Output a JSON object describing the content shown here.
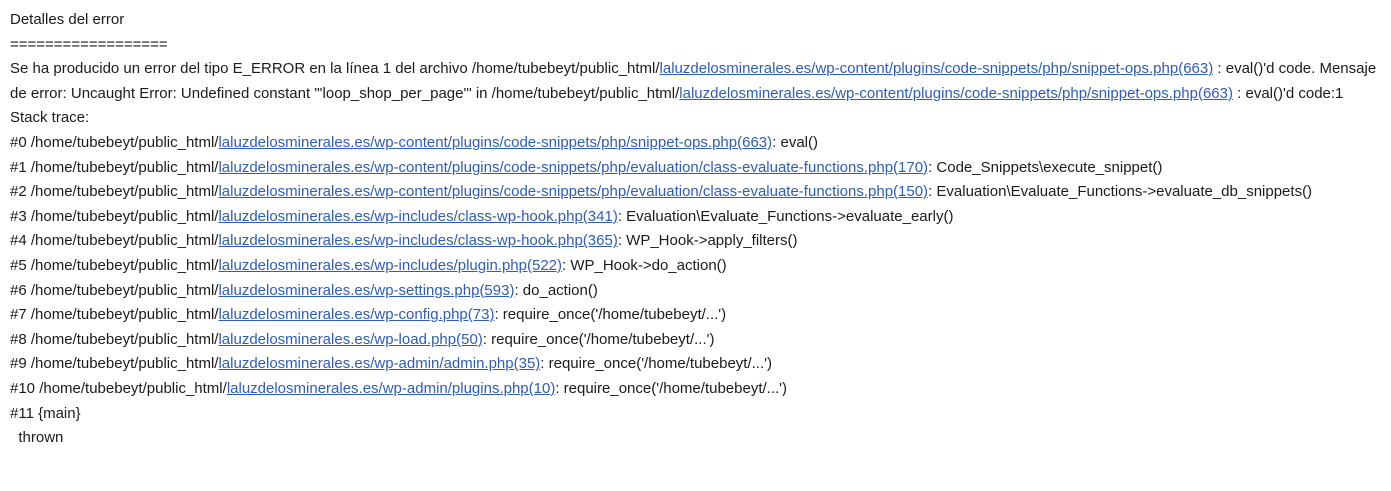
{
  "page": {
    "background": "#ffffff",
    "text_color": "#1b1b1b",
    "link_color": "#2e5db2"
  },
  "error_log": {
    "title": "Detalles del error",
    "separator": "==================",
    "message_segments": [
      {
        "text": "Se ha producido un error del tipo E_ERROR en la línea 1 del archivo /home/tubebeyt/public_html/",
        "link": false
      },
      {
        "text": "laluzdelosminerales.es/wp-content/plugins/code-snippets/php/snippet-ops.php(663)",
        "link": true
      },
      {
        "text": " : eval()'d code. Mensaje de error: Uncaught Error: Undefined constant \"'loop_shop_per_page'\" in /home/tubebeyt/public_html/",
        "link": false
      },
      {
        "text": "laluzdelosminerales.es/wp-content/plugins/code-snippets/php/snippet-ops.php(663)",
        "link": true
      },
      {
        "text": " : eval()'d code:1",
        "link": false
      }
    ],
    "stack_trace_label": "Stack trace:",
    "stack_lines": [
      {
        "segments": [
          {
            "text": "#0 /home/tubebeyt/public_html/",
            "link": false
          },
          {
            "text": "laluzdelosminerales.es/wp-content/plugins/code-snippets/php/snippet-ops.php(663)",
            "link": true
          },
          {
            "text": ": eval()",
            "link": false
          }
        ]
      },
      {
        "segments": [
          {
            "text": "#1 /home/tubebeyt/public_html/",
            "link": false
          },
          {
            "text": "laluzdelosminerales.es/wp-content/plugins/code-snippets/php/evaluation/class-evaluate-functions.php(170)",
            "link": true
          },
          {
            "text": ": Code_Snippets\\execute_snippet()",
            "link": false
          }
        ]
      },
      {
        "segments": [
          {
            "text": "#2 /home/tubebeyt/public_html/",
            "link": false
          },
          {
            "text": "laluzdelosminerales.es/wp-content/plugins/code-snippets/php/evaluation/class-evaluate-functions.php(150)",
            "link": true
          },
          {
            "text": ": Evaluation\\Evaluate_Functions->evaluate_db_snippets()",
            "link": false
          }
        ]
      },
      {
        "segments": [
          {
            "text": "#3 /home/tubebeyt/public_html/",
            "link": false
          },
          {
            "text": "laluzdelosminerales.es/wp-includes/class-wp-hook.php(341)",
            "link": true
          },
          {
            "text": ": Evaluation\\Evaluate_Functions->evaluate_early()",
            "link": false
          }
        ]
      },
      {
        "segments": [
          {
            "text": "#4 /home/tubebeyt/public_html/",
            "link": false
          },
          {
            "text": "laluzdelosminerales.es/wp-includes/class-wp-hook.php(365)",
            "link": true
          },
          {
            "text": ": WP_Hook->apply_filters()",
            "link": false
          }
        ]
      },
      {
        "segments": [
          {
            "text": "#5 /home/tubebeyt/public_html/",
            "link": false
          },
          {
            "text": "laluzdelosminerales.es/wp-includes/plugin.php(522)",
            "link": true
          },
          {
            "text": ": WP_Hook->do_action()",
            "link": false
          }
        ]
      },
      {
        "segments": [
          {
            "text": "#6 /home/tubebeyt/public_html/",
            "link": false
          },
          {
            "text": "laluzdelosminerales.es/wp-settings.php(593)",
            "link": true
          },
          {
            "text": ": do_action()",
            "link": false
          }
        ]
      },
      {
        "segments": [
          {
            "text": "#7 /home/tubebeyt/public_html/",
            "link": false
          },
          {
            "text": "laluzdelosminerales.es/wp-config.php(73)",
            "link": true
          },
          {
            "text": ": require_once('/home/tubebeyt/...')",
            "link": false
          }
        ]
      },
      {
        "segments": [
          {
            "text": "#8 /home/tubebeyt/public_html/",
            "link": false
          },
          {
            "text": "laluzdelosminerales.es/wp-load.php(50)",
            "link": true
          },
          {
            "text": ": require_once('/home/tubebeyt/...')",
            "link": false
          }
        ]
      },
      {
        "segments": [
          {
            "text": "#9 /home/tubebeyt/public_html/",
            "link": false
          },
          {
            "text": "laluzdelosminerales.es/wp-admin/admin.php(35)",
            "link": true
          },
          {
            "text": ": require_once('/home/tubebeyt/...')",
            "link": false
          }
        ]
      },
      {
        "segments": [
          {
            "text": "#10 /home/tubebeyt/public_html/",
            "link": false
          },
          {
            "text": "laluzdelosminerales.es/wp-admin/plugins.php(10)",
            "link": true
          },
          {
            "text": ": require_once('/home/tubebeyt/...')",
            "link": false
          }
        ]
      },
      {
        "segments": [
          {
            "text": "#11 {main}",
            "link": false
          }
        ]
      },
      {
        "segments": [
          {
            "text": "  thrown",
            "link": false
          }
        ]
      }
    ]
  }
}
